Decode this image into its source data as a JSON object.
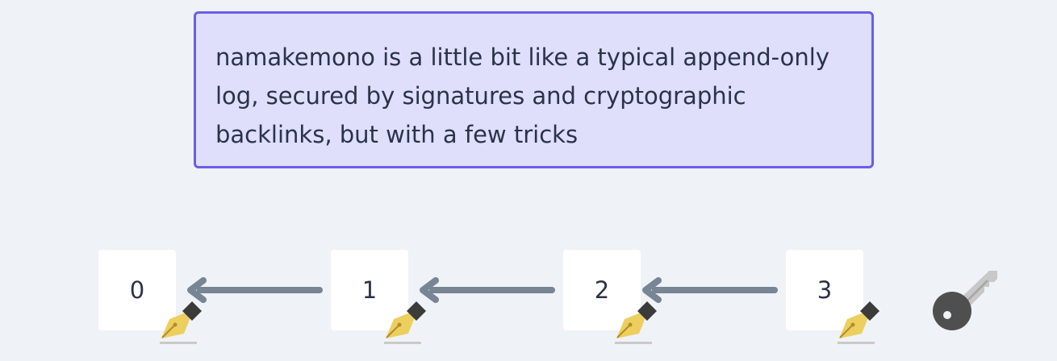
{
  "callout": {
    "text": "namakemono is a little bit like a typical append-only log, secured by signatures and cryptographic backlinks, but with a few tricks"
  },
  "entries": [
    {
      "label": "0",
      "icon": "pen-icon"
    },
    {
      "label": "1",
      "icon": "pen-icon"
    },
    {
      "label": "2",
      "icon": "pen-icon"
    },
    {
      "label": "3",
      "icon": "pen-icon"
    }
  ],
  "key": {
    "icon": "key-icon"
  },
  "colors": {
    "background": "#eff2f6",
    "callout_fill": "#dfdffc",
    "callout_border": "#6b5ee6",
    "arrow": "#778594",
    "text": "#2a3347",
    "pen_nib": "#eccf5f",
    "pen_cap": "#3b3b3b",
    "key_bow": "#4f4f4f",
    "key_shaft": "#c8c8c8"
  }
}
